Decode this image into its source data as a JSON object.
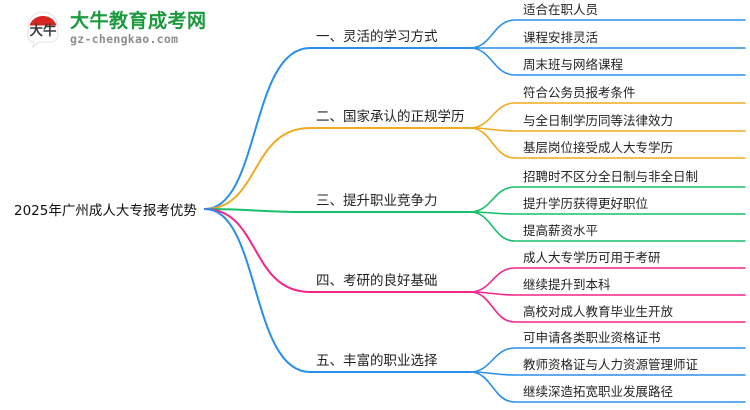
{
  "logo": {
    "mark_text": "大牛",
    "title": "大牛教育成考网",
    "subtitle": "gz-chengkao.com",
    "title_color": "#1a9a3c",
    "subtitle_color": "#8d8d8d",
    "mark_color": "#d9241f"
  },
  "mindmap": {
    "type": "mindmap",
    "root": "2025年广州成人大专报考优势",
    "branches": [
      {
        "label": "一、灵活的学习方式",
        "color": "#2a8fe8",
        "children": [
          "适合在职人员",
          "课程安排灵活",
          "周末班与网络课程"
        ]
      },
      {
        "label": "二、国家承认的正规学历",
        "color": "#eeab21",
        "children": [
          "符合公务员报考条件",
          "与全日制学历同等法律效力",
          "基层岗位接受成人大专学历"
        ]
      },
      {
        "label": "三、提升职业竞争力",
        "color": "#18bf6a",
        "children": [
          "招聘时不区分全日制与非全日制",
          "提升学历获得更好职位",
          "提高薪资水平"
        ]
      },
      {
        "label": "四、考研的良好基础",
        "color": "#f2268c",
        "children": [
          "成人大专学历可用于考研",
          "继续提升到本科",
          "高校对成人教育毕业生开放"
        ]
      },
      {
        "label": "五、丰富的职业选择",
        "color": "#2a8fe8",
        "children": [
          "可申请各类职业资格证书",
          "教师资格证与人力资源管理师证",
          "继续深造拓宽职业发展路径"
        ]
      }
    ]
  }
}
